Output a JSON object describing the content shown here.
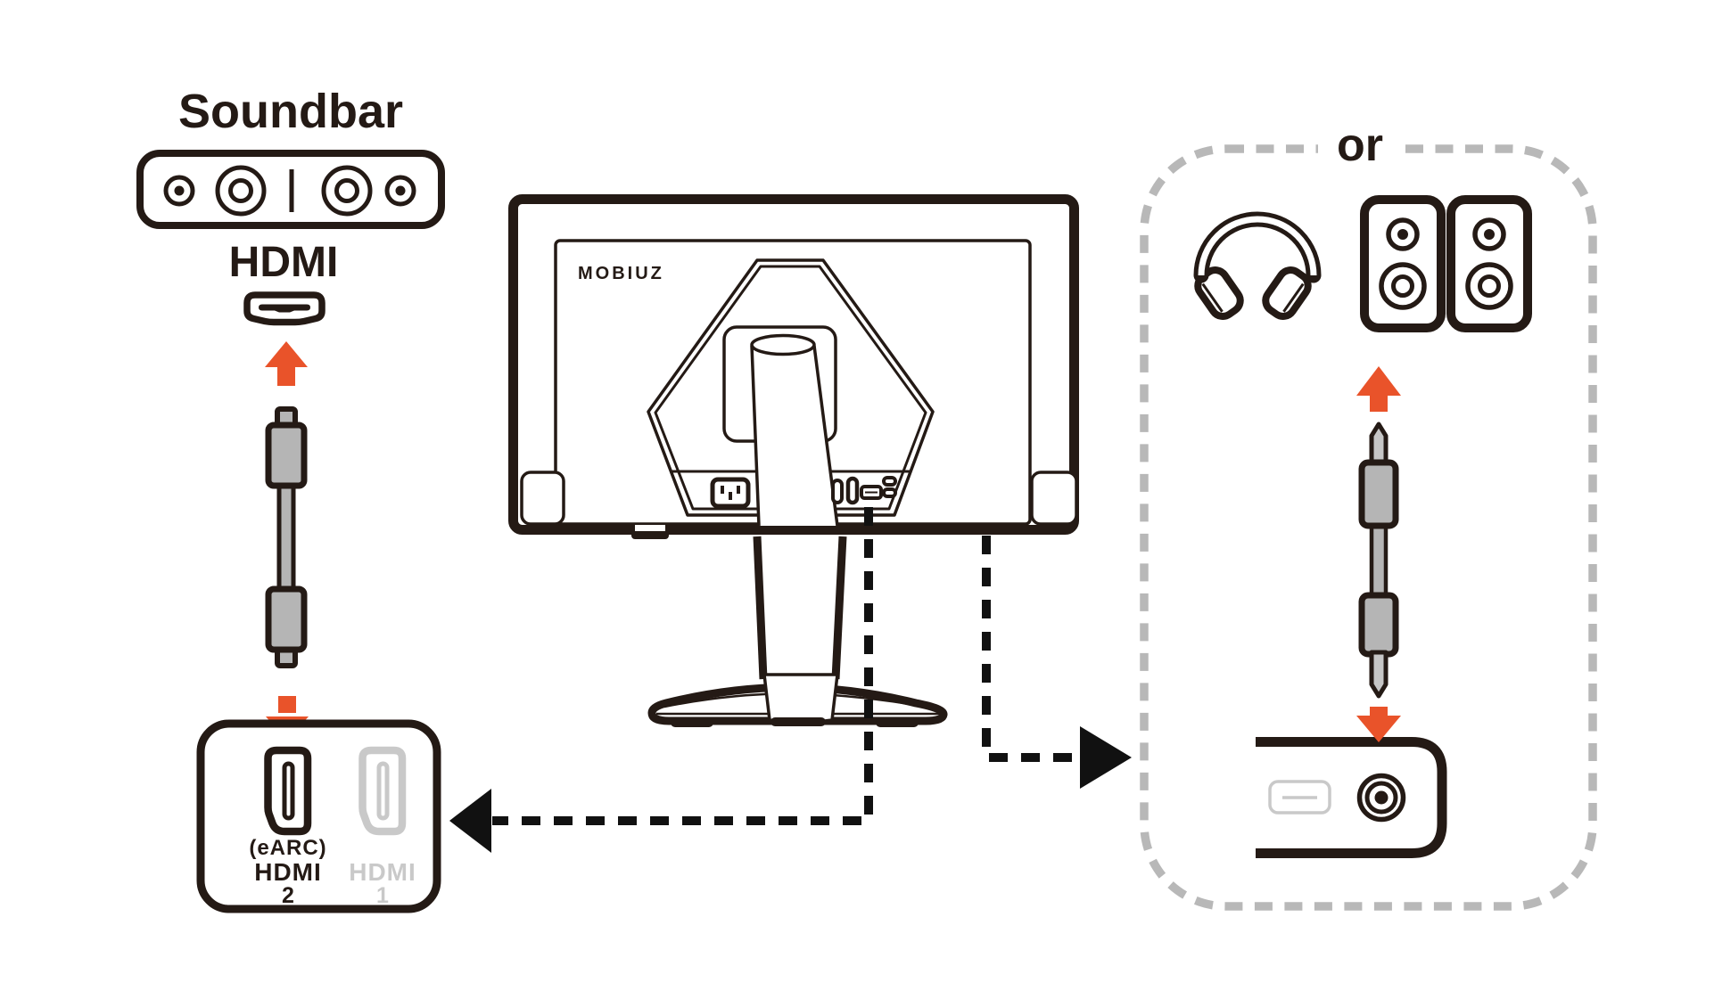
{
  "diagram": {
    "title_hint": "Monitor audio connection diagram",
    "soundbar": {
      "label": "Soundbar",
      "port_label": "HDMI"
    },
    "monitor": {
      "logo": "MOBIUZ"
    },
    "hdmi_box": {
      "earc_label": "(eARC)",
      "hdmi2_label": "HDMI",
      "hdmi2_number": "2",
      "hdmi1_label": "HDMI",
      "hdmi1_number": "1"
    },
    "alt_group": {
      "or_label": "or"
    },
    "icons": [
      "soundbar-icon",
      "hdmi-plug-icon",
      "hdmi-cable-icon",
      "hdmi-port-earc-icon",
      "hdmi-port-1-icon",
      "monitor-rear-icon",
      "power-inlet-icon",
      "port-cluster-icon",
      "headphones-icon",
      "speaker-left-icon",
      "speaker-right-icon",
      "audio-cable-icon",
      "audio-jack-port-icon",
      "arrow-up-icon",
      "arrow-down-icon",
      "dashed-connector-left",
      "dashed-connector-right"
    ],
    "colors": {
      "line": "#241a15",
      "accent_orange": "#e9532a",
      "cable_gray": "#b5b5b5",
      "inactive_gray": "#c9c9c9",
      "dashed_border_gray": "#b8b8b8",
      "background": "#ffffff"
    }
  }
}
